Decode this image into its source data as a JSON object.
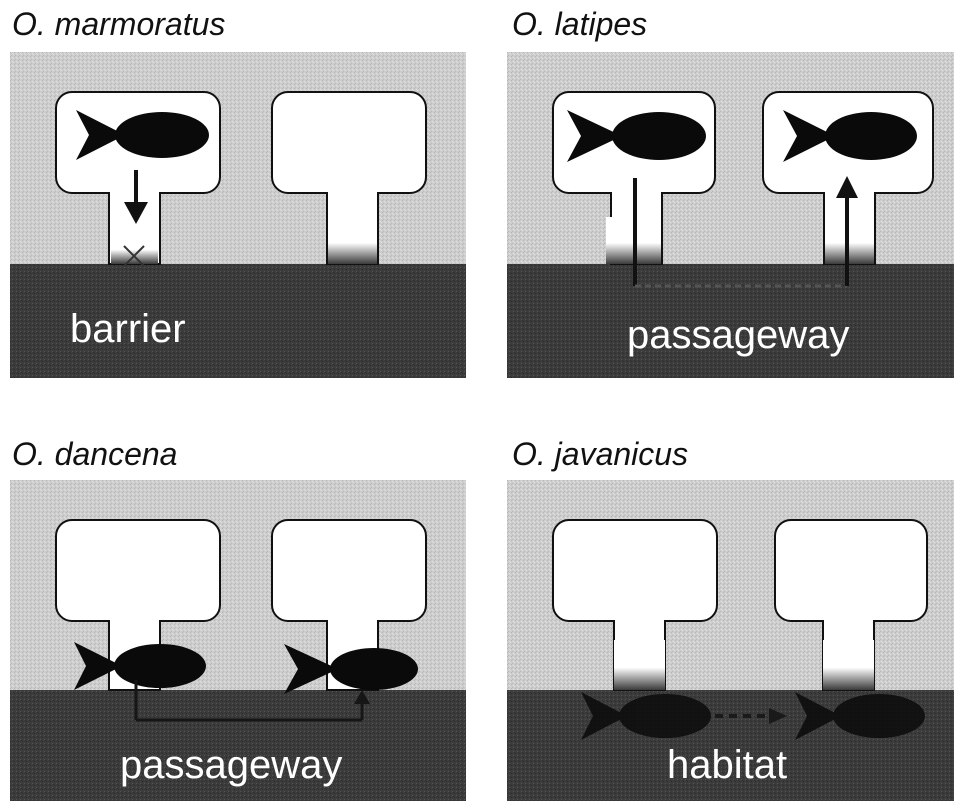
{
  "panels": [
    {
      "species": "O. marmoratus",
      "label": "barrier"
    },
    {
      "species": "O. latipes",
      "label": "passageway"
    },
    {
      "species": "O. dancena",
      "label": "passageway"
    },
    {
      "species": "O. javanicus",
      "label": "habitat"
    }
  ],
  "colors": {
    "sky": "#c9c9c9",
    "ground": "#3b3b3b",
    "fish": "#0a0a0a",
    "box": "#ffffff"
  }
}
